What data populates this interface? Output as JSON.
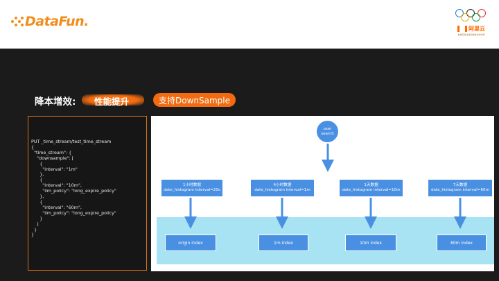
{
  "header": {
    "brand_left": "DataFun.",
    "brand_right": "阿里云",
    "brand_right_sub": "奥林匹克全球云服务合作伙伴"
  },
  "slide": {
    "title": "降本增效:",
    "highlight_tag": "性能提升",
    "pill_label": "支持DownSample"
  },
  "code": {
    "lines": [
      "PUT _time_stream/test_time_stream",
      "{",
      "  \"time_stream\": {",
      "    \"downsample\": [",
      "      {",
      "        \"interval\": \"1m\"",
      "      },",
      "      {",
      "        \"interval\": \"10m\",",
      "        \"ilm_policy\": \"long_expire_policy\"",
      "      },",
      "      {",
      "        \"interval\": \"60m\",",
      "        \"ilm_policy\": \"long_expire_policy\"",
      "      }",
      "    ]",
      "  }",
      "}"
    ]
  },
  "diagram": {
    "user_node": {
      "line1": "user",
      "line2": "search"
    },
    "top_boxes": [
      {
        "line1": "1小时数据",
        "line2": "date_histogram interval=20s"
      },
      {
        "line1": "4小时数据",
        "line2": "date_histogram interval=1m"
      },
      {
        "line1": "1天数据",
        "line2": "date_histogram interval=10m"
      },
      {
        "line1": "7天数据",
        "line2": "date_histogram interval=60m"
      }
    ],
    "bottom_boxes": [
      {
        "label": "origin index"
      },
      {
        "label": "1m index"
      },
      {
        "label": "10m index"
      },
      {
        "label": "60m index"
      }
    ],
    "colors": {
      "node": "#4a90e2",
      "band": "#a8e3f3",
      "accent": "#f26b10"
    }
  }
}
